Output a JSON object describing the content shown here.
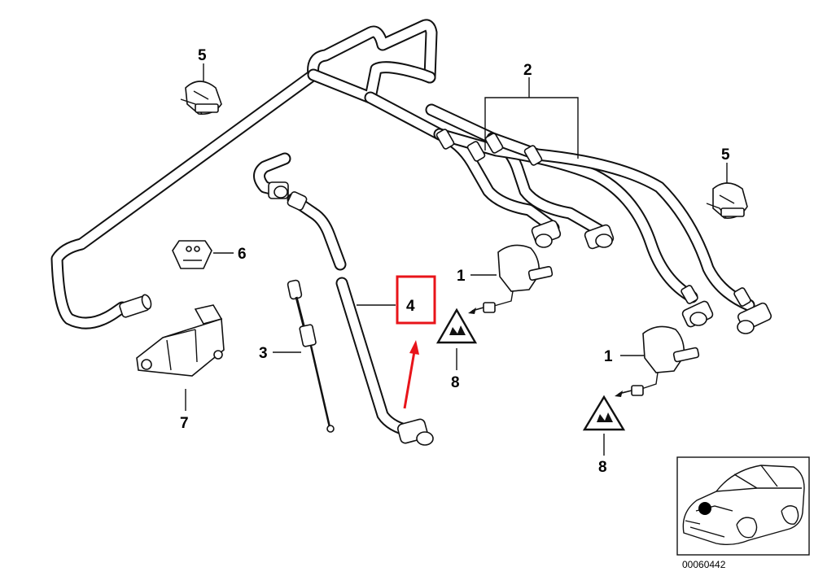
{
  "callouts": {
    "c1a": "1",
    "c1b": "1",
    "c2": "2",
    "c3": "3",
    "c4": "4",
    "c5a": "5",
    "c5b": "5",
    "c6": "6",
    "c7": "7",
    "c8a": "8",
    "c8b": "8"
  },
  "diagram_number": "00060442",
  "highlight_color": "#e8141a",
  "line_color": "#111111",
  "icons": {
    "spray_nozzle": "washer-nozzle-icon",
    "warning_triangle": "warning-triangle-icon",
    "car_locator": "car-locator-icon",
    "clip": "hose-clip-icon"
  }
}
